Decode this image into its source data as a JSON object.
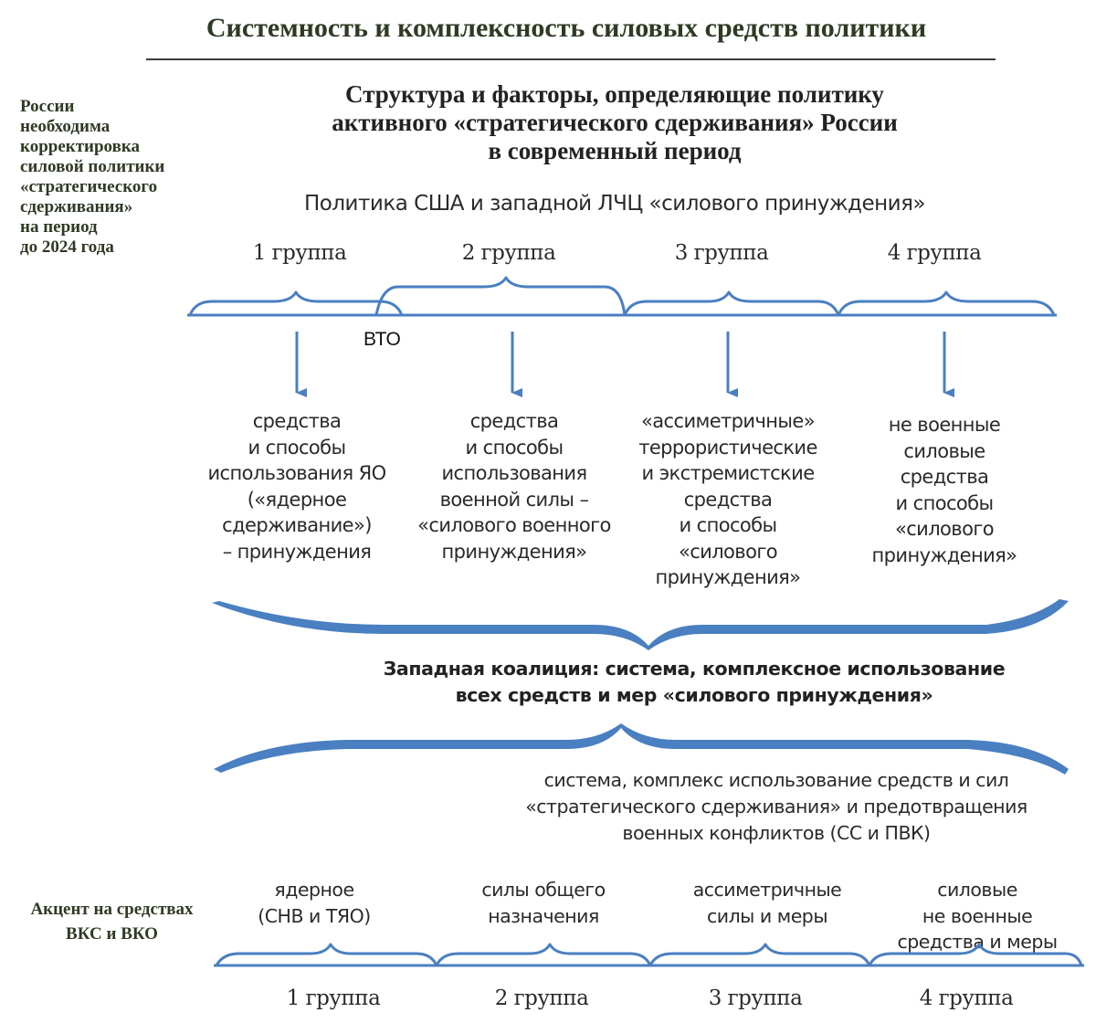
{
  "title": "Системность и комплексность силовых средств политики",
  "side_note_top": "России\nнеобходима\nкорректировка\nсиловой политики\n«стратегического\nсдерживания»\nна период\nдо 2024 года",
  "subtitle": "Структура и факторы, определяющие политику\nактивного «стратегического сдерживания» России\nв современный период",
  "policy_label": "Политика США и западной ЛЧЦ «силового принуждения»",
  "top_groups": [
    "1 группа",
    "2 группа",
    "3 группа",
    "4 группа"
  ],
  "vto_label": "ВТО",
  "means": [
    "средства\nи способы\nиспользования ЯО\n(«ядерное\nсдерживание»)\n– принуждения",
    "средства\nи способы\nиспользования\nвоенной силы –\n«силового военного\nпринуждения»",
    "«ассиметричные»\nтеррористические\nи экстремистские\nсредства\nи способы\n«силового\nпринуждения»",
    "не военные\nсиловые\nсредства\nи способы\n«силового\nпринуждения»"
  ],
  "coalition_text": "Западная коалиция: система, комплексное использование\nвсех средств и мер «силового принуждения»",
  "system_text": "система, комплекс использование средств и сил\n«стратегического сдерживания» и предотвращения\nвоенных конфликтов (СС и ПВК)",
  "side_note_bottom": "Акцент на средствах\nВКС и ВКО",
  "bottom_items": [
    "ядерное\n(СНВ и ТЯО)",
    "силы общего\nназначения",
    "ассиметричные\nсилы и меры",
    "силовые\nне военные\nсредства и меры"
  ],
  "bottom_groups": [
    "1 группа",
    "2 группа",
    "3 группа",
    "4 группа"
  ],
  "colors": {
    "diagram_blue": "#4a7fc1",
    "title_green": "#2f3a24"
  }
}
